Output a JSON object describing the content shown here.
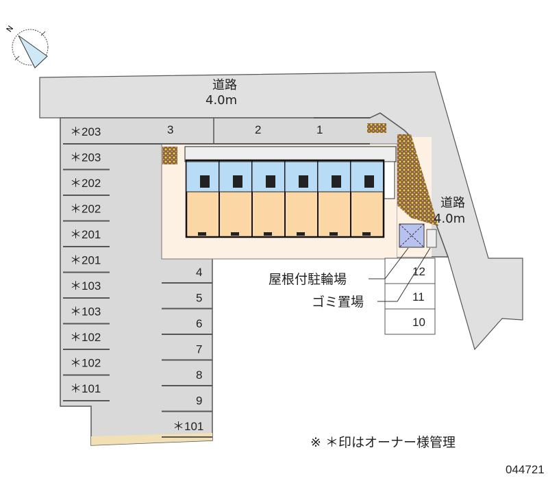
{
  "compass": {
    "north_label": "N"
  },
  "roads": [
    {
      "name": "道路",
      "width": "4.0m"
    },
    {
      "name": "道路",
      "width": "4.0m"
    }
  ],
  "parking_left": [
    "＊203",
    "＊203",
    "＊202",
    "＊202",
    "＊201",
    "＊201",
    "＊103",
    "＊103",
    "＊102",
    "＊102",
    "＊101"
  ],
  "parking_top": [
    "3",
    "2",
    "1"
  ],
  "parking_right": [
    "4",
    "5",
    "6",
    "7",
    "8",
    "9",
    "＊101"
  ],
  "parking_far_right": [
    "12",
    "11",
    "10"
  ],
  "callouts": {
    "bicycle": "屋根付駐輪場",
    "garbage": "ゴミ置場"
  },
  "footnote": "※ ＊印はオーナー様管理",
  "property_code": "044721",
  "colors": {
    "road": "#e0e0e0",
    "lot": "#d9d9d9",
    "yard": "#fdf1e4",
    "room": "#fbd7a6",
    "wet": "#b8dcf6",
    "hedge": "#b8863f"
  }
}
